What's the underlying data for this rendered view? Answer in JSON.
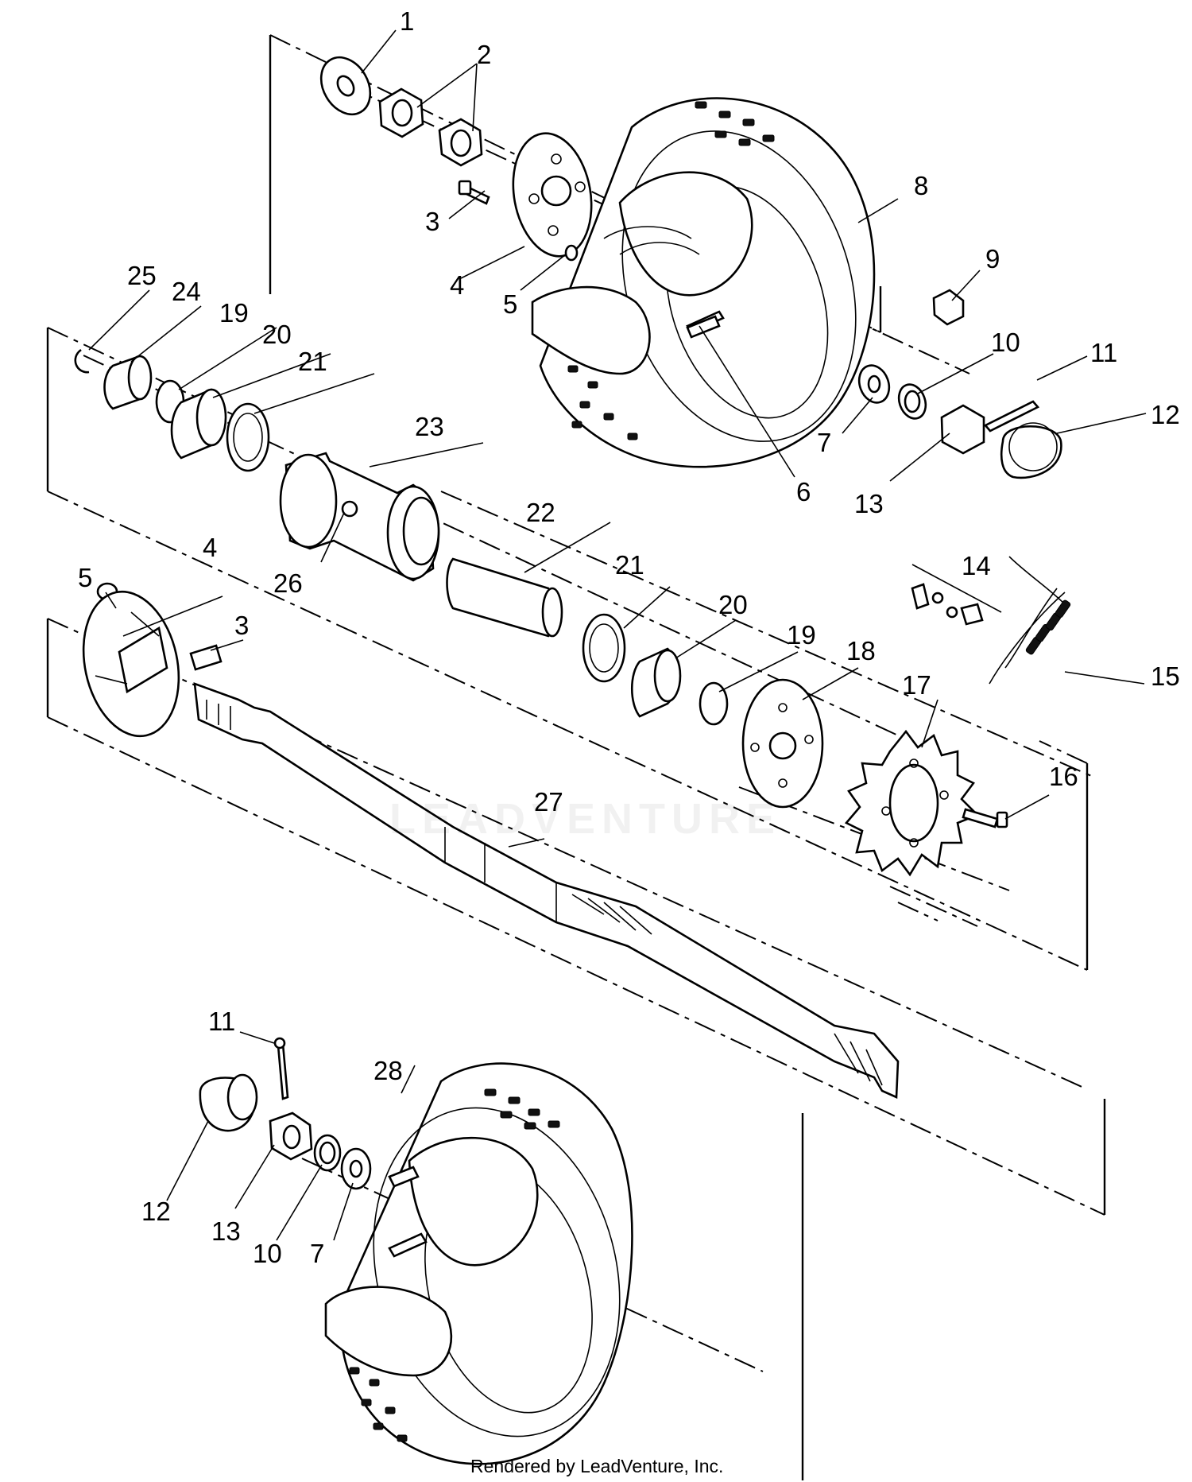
{
  "credit": "Rendered by LeadVenture, Inc.",
  "watermark": "LEADVENTURE",
  "callouts": [
    "1",
    "2",
    "3",
    "4",
    "5",
    "6",
    "7",
    "8",
    "9",
    "10",
    "11",
    "12",
    "13",
    "25",
    "24",
    "19",
    "20",
    "21",
    "23",
    "26",
    "22",
    "14",
    "15",
    "18",
    "17",
    "16",
    "27",
    "28"
  ]
}
